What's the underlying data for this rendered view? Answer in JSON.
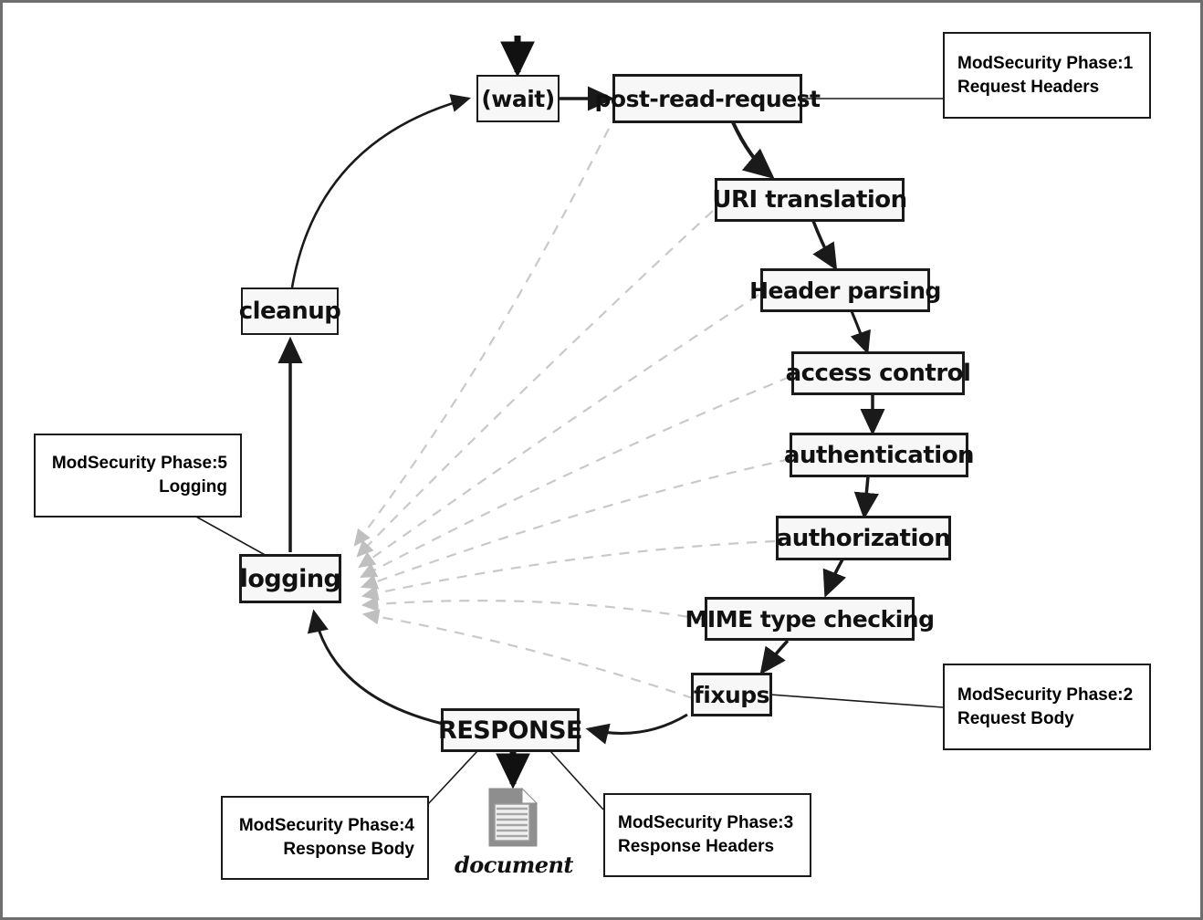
{
  "diagram": {
    "title": "Apache request processing cycle with ModSecurity phases",
    "colors": {
      "node_fill": "#f7f7f7",
      "node_border": "#1a1a1a",
      "callout_border": "#1a1a1a",
      "solid_edge": "#1a1a1a",
      "dashed_edge": "#c9c9c9",
      "frame_border": "#6e6e6e",
      "document_icon": "#8c8c8c"
    },
    "nodes": [
      {
        "id": "wait",
        "label": "(wait)"
      },
      {
        "id": "post-read-request",
        "label": "post-read-request"
      },
      {
        "id": "uri-translation",
        "label": "URI translation"
      },
      {
        "id": "header-parsing",
        "label": "Header parsing"
      },
      {
        "id": "access-control",
        "label": "access control"
      },
      {
        "id": "authentication",
        "label": "authentication"
      },
      {
        "id": "authorization",
        "label": "authorization"
      },
      {
        "id": "mime-type-checking",
        "label": "MIME type checking"
      },
      {
        "id": "fixups",
        "label": "fixups"
      },
      {
        "id": "response",
        "label": "RESPONSE"
      },
      {
        "id": "logging",
        "label": "logging"
      },
      {
        "id": "cleanup",
        "label": "cleanup"
      }
    ],
    "document": {
      "label": "document",
      "icon": "document-page-icon"
    },
    "callouts": [
      {
        "id": "phase1",
        "line1": "ModSecurity Phase:1",
        "line2": "Request Headers",
        "align": "left",
        "target": "post-read-request"
      },
      {
        "id": "phase2",
        "line1": "ModSecurity Phase:2",
        "line2": "Request Body",
        "align": "left",
        "target": "fixups"
      },
      {
        "id": "phase3",
        "line1": "ModSecurity Phase:3",
        "line2": "Response Headers",
        "align": "left",
        "target": "response"
      },
      {
        "id": "phase4",
        "line1": "ModSecurity Phase:4",
        "line2": "Response Body",
        "align": "right",
        "target": "response"
      },
      {
        "id": "phase5",
        "line1": "ModSecurity Phase:5",
        "line2": "Logging",
        "align": "right",
        "target": "logging"
      }
    ],
    "edges": [
      {
        "from": "entry",
        "to": "wait",
        "style": "solid-thick"
      },
      {
        "from": "wait",
        "to": "post-read-request",
        "style": "solid"
      },
      {
        "from": "post-read-request",
        "to": "uri-translation",
        "style": "solid"
      },
      {
        "from": "uri-translation",
        "to": "header-parsing",
        "style": "solid"
      },
      {
        "from": "header-parsing",
        "to": "access-control",
        "style": "solid"
      },
      {
        "from": "access-control",
        "to": "authentication",
        "style": "solid"
      },
      {
        "from": "authentication",
        "to": "authorization",
        "style": "solid"
      },
      {
        "from": "authorization",
        "to": "mime-type-checking",
        "style": "solid"
      },
      {
        "from": "mime-type-checking",
        "to": "fixups",
        "style": "solid"
      },
      {
        "from": "fixups",
        "to": "response",
        "style": "solid-curve"
      },
      {
        "from": "response",
        "to": "document",
        "style": "solid-thick"
      },
      {
        "from": "response",
        "to": "logging",
        "style": "solid-curve"
      },
      {
        "from": "logging",
        "to": "cleanup",
        "style": "solid"
      },
      {
        "from": "cleanup",
        "to": "wait",
        "style": "solid-curve"
      },
      {
        "from": "post-read-request",
        "to": "logging",
        "style": "dashed"
      },
      {
        "from": "uri-translation",
        "to": "logging",
        "style": "dashed"
      },
      {
        "from": "header-parsing",
        "to": "logging",
        "style": "dashed"
      },
      {
        "from": "access-control",
        "to": "logging",
        "style": "dashed"
      },
      {
        "from": "authentication",
        "to": "logging",
        "style": "dashed"
      },
      {
        "from": "authorization",
        "to": "logging",
        "style": "dashed"
      },
      {
        "from": "mime-type-checking",
        "to": "logging",
        "style": "dashed"
      },
      {
        "from": "fixups",
        "to": "logging",
        "style": "dashed"
      }
    ]
  }
}
